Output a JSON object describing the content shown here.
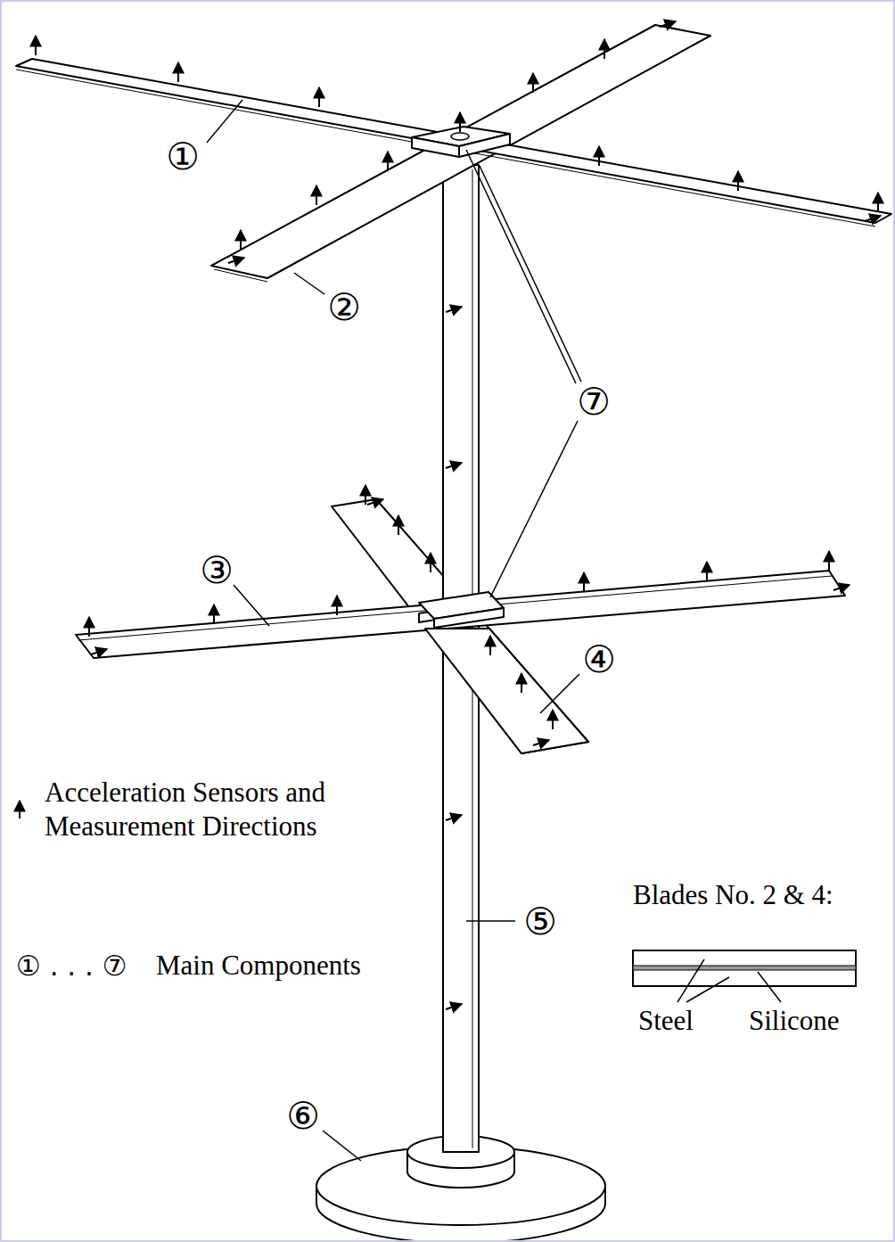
{
  "diagram": {
    "labels": [
      "①",
      "②",
      "③",
      "④",
      "⑤",
      "⑥",
      "⑦",
      "① . . . ⑦",
      "Blades No. 2 & 4:",
      "Steel",
      "Silicone"
    ],
    "legend": [
      {
        "text": "Acceleration Sensors and Measurement Directions"
      },
      {
        "text": "Main Components"
      }
    ]
  }
}
